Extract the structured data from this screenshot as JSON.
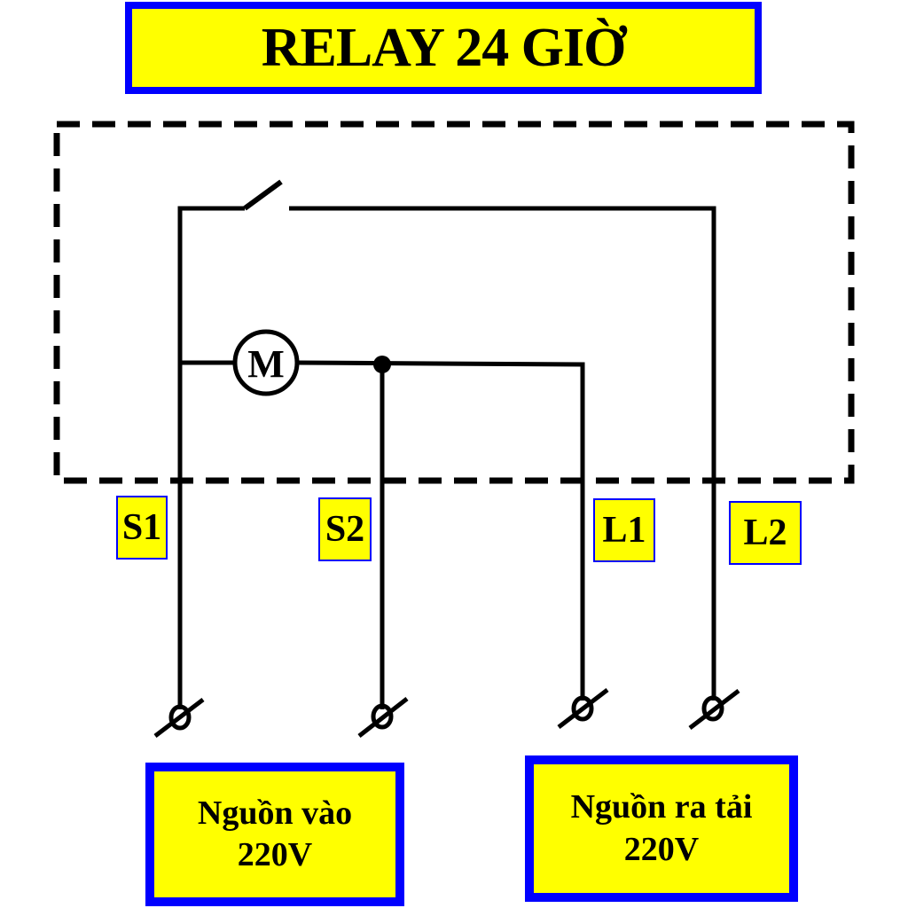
{
  "title": "RELAY 24 GIỜ",
  "motor_symbol": "M",
  "terminals": [
    {
      "id": "S1",
      "label": "S1"
    },
    {
      "id": "S2",
      "label": "S2"
    },
    {
      "id": "L1",
      "label": "L1"
    },
    {
      "id": "L2",
      "label": "L2"
    }
  ],
  "sources": {
    "input": {
      "line1": "Nguồn vào",
      "line2": "220V"
    },
    "output": {
      "line1": "Nguồn ra tải",
      "line2": "220V"
    }
  },
  "colors": {
    "box_fill": "#ffff00",
    "box_border": "#0000ff",
    "wire": "#000000"
  }
}
